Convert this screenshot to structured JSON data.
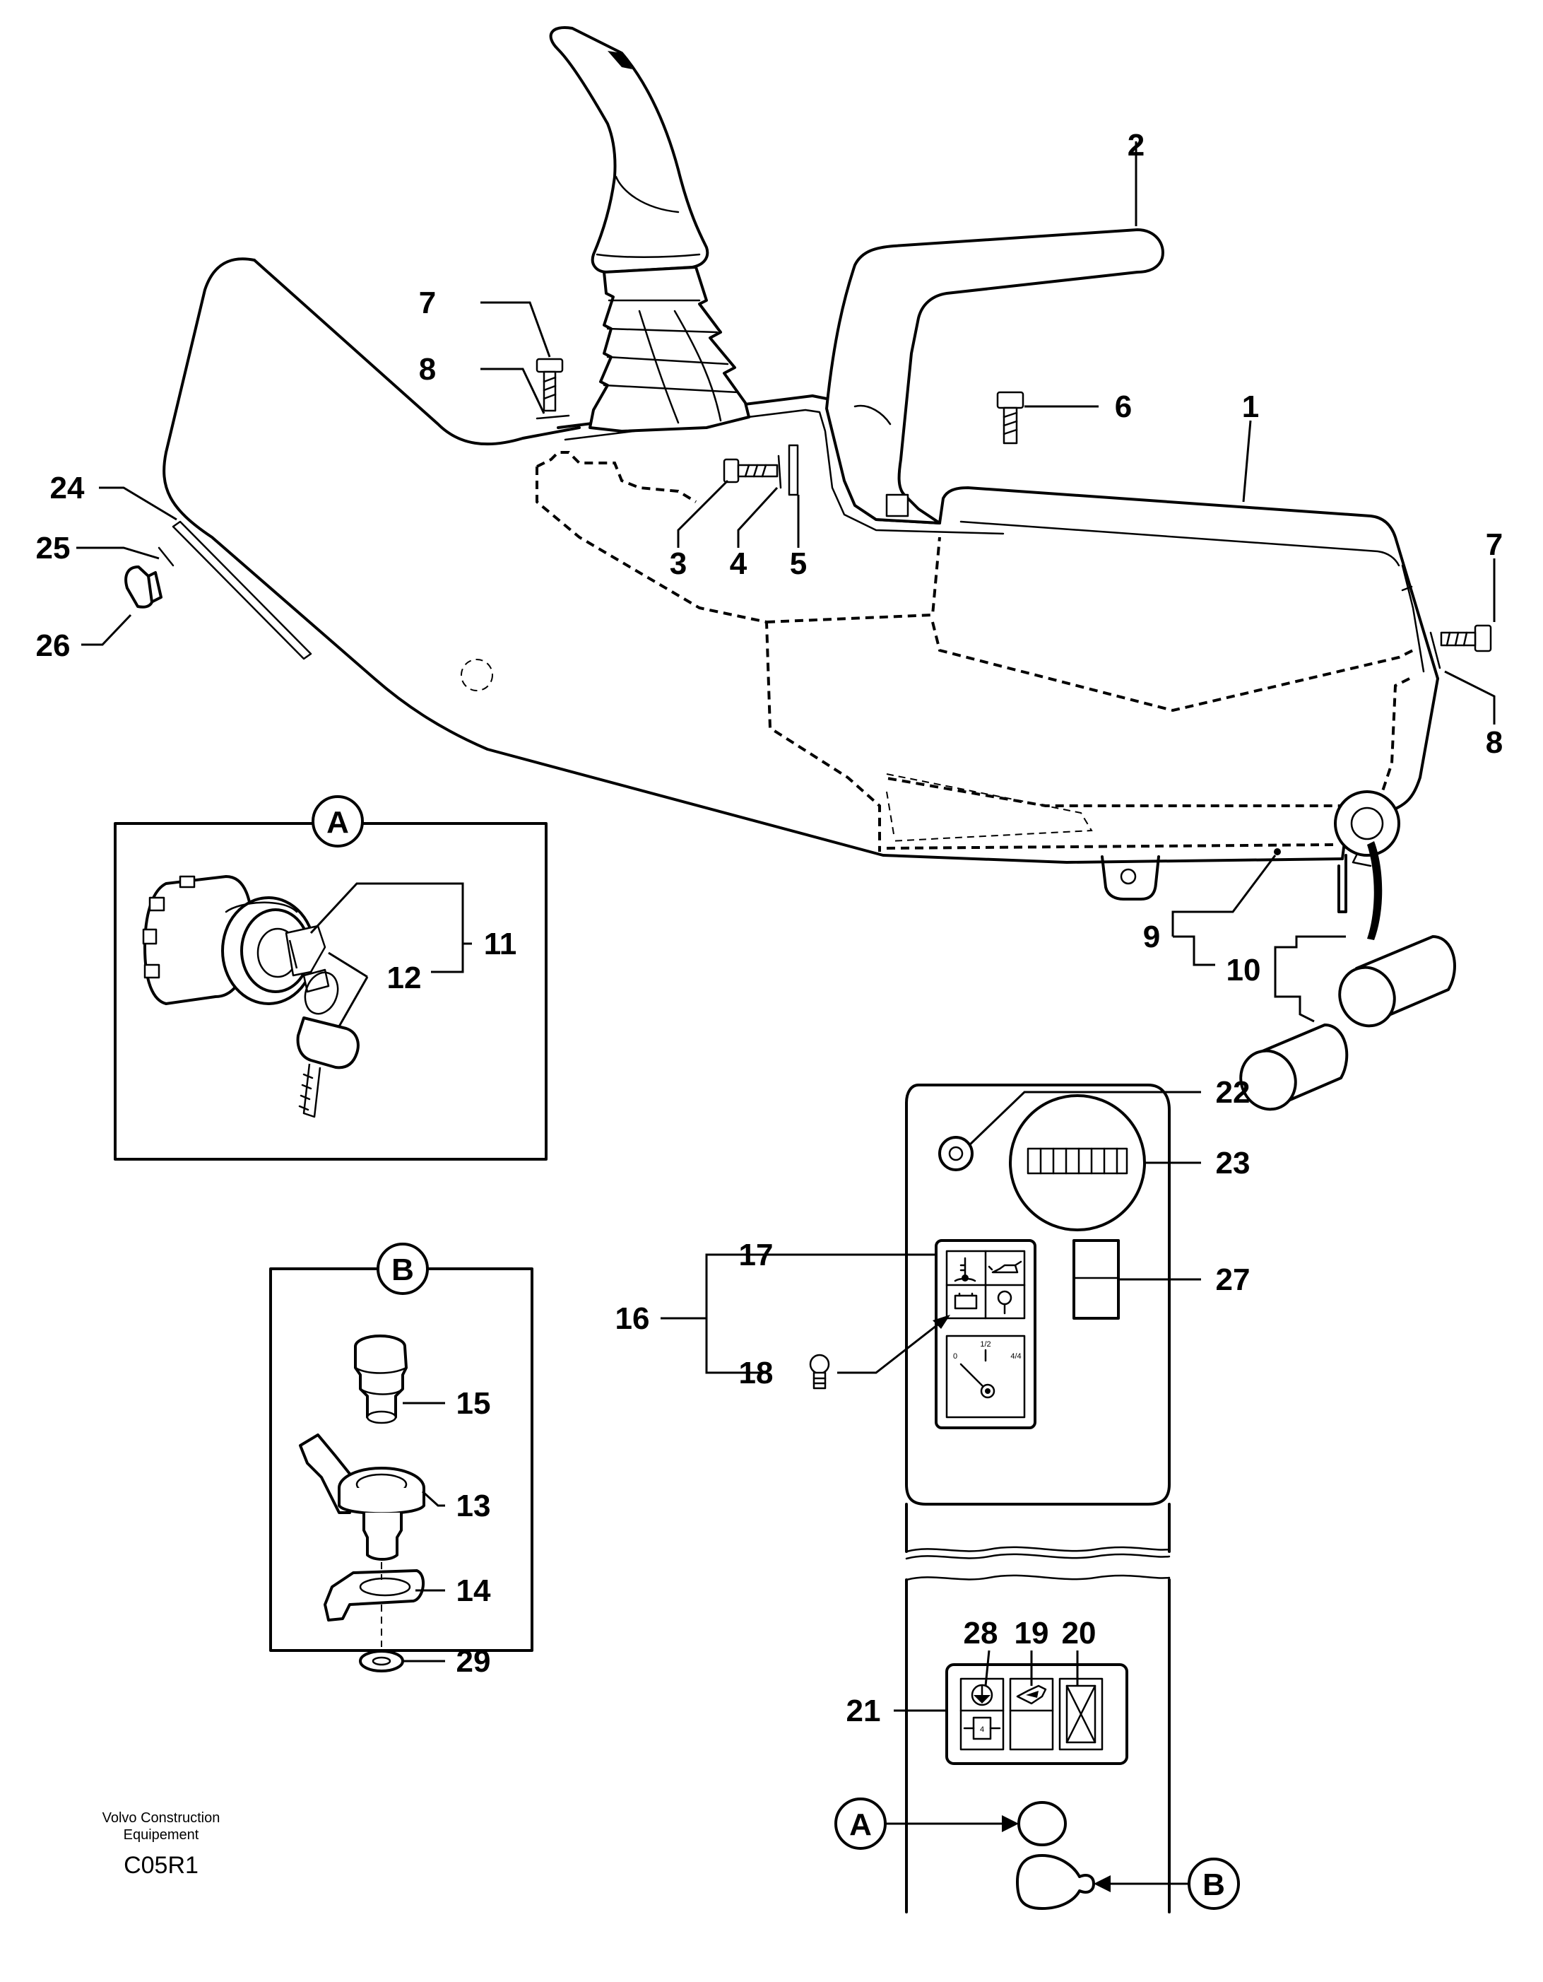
{
  "callouts": {
    "c1": "1",
    "c2": "2",
    "c3": "3",
    "c4": "4",
    "c5": "5",
    "c6": "6",
    "c7a": "7",
    "c7b": "7",
    "c8a": "8",
    "c8b": "8",
    "c9": "9",
    "c10": "10",
    "c11": "11",
    "c12": "12",
    "c13": "13",
    "c14": "14",
    "c15": "15",
    "c16": "16",
    "c17": "17",
    "c18": "18",
    "c19": "19",
    "c20": "20",
    "c21": "21",
    "c22": "22",
    "c23": "23",
    "c24": "24",
    "c25": "25",
    "c26": "26",
    "c27": "27",
    "c28": "28",
    "c29": "29"
  },
  "detail_markers": {
    "a_box": "A",
    "b_box": "B",
    "a_ref": "A",
    "b_ref": "B"
  },
  "gauge_marks": {
    "half": "1/2",
    "zero": "0",
    "full": "4/4"
  },
  "fuse_label": "4",
  "footer": {
    "maker_line1": "Volvo Construction",
    "maker_line2": "Equipement",
    "code": "C05R1"
  },
  "colors": {
    "ink": "#000000",
    "paper": "#ffffff"
  }
}
